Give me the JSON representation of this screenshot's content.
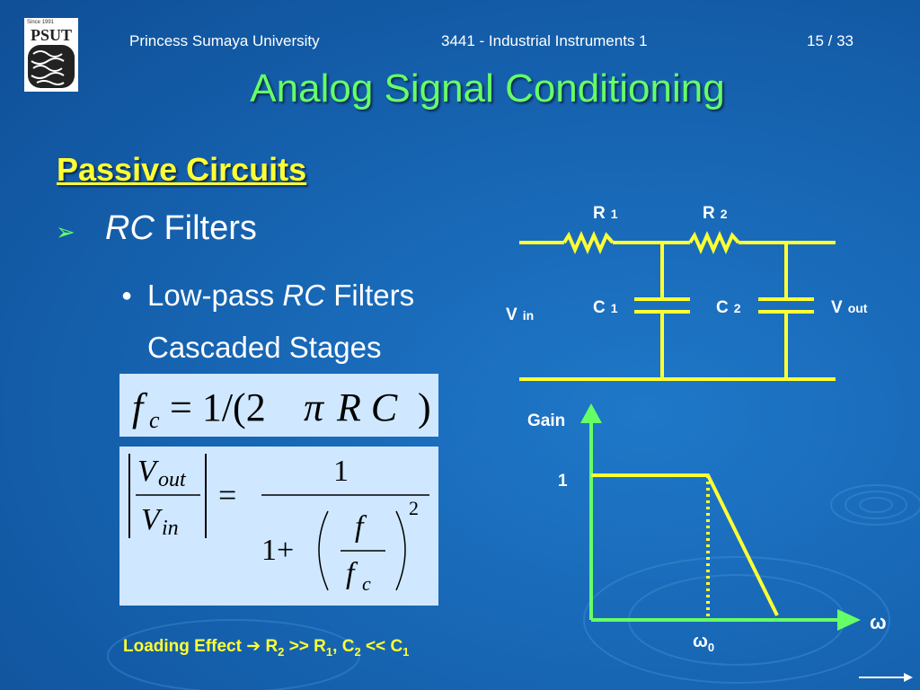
{
  "header": {
    "university": "Princess Sumaya University",
    "course": "3441 - Industrial Instruments 1",
    "page": "15 / 33",
    "logo_text": "PSUT",
    "logo_since": "Since 1991"
  },
  "title": "Analog Signal Conditioning",
  "section_heading": "Passive Circuits",
  "bullet_level1": {
    "italic": "RC",
    "rest": " Filters"
  },
  "bullet_level2": {
    "line1_pre": "Low-pass ",
    "line1_italic": "RC",
    "line1_post": " Filters",
    "line2": "Cascaded Stages"
  },
  "circuit": {
    "r1": "R",
    "r1_sub": "1",
    "r2": "R",
    "r2_sub": "2",
    "c1": "C",
    "c1_sub": "1",
    "c2": "C",
    "c2_sub": "2",
    "vin": "V",
    "vin_sub": "in",
    "vout": "V",
    "vout_sub": "out"
  },
  "graph": {
    "y_label": "Gain",
    "gain_tick": "1",
    "x_label": "ω",
    "cutoff_label": "ω",
    "cutoff_sub": "0"
  },
  "loading_effect": {
    "label": "Loading Effect",
    "r2": "R",
    "r2_sub": "2",
    "op1": ">>",
    "r1": "R",
    "r1_sub": "1",
    "sep": ",",
    "c2": "C",
    "c2_sub": "2",
    "op2": "<<",
    "c1": "C",
    "c1_sub": "1"
  },
  "colors": {
    "background": "#1766b4",
    "title": "#66ff66",
    "heading": "#ffff33",
    "circuit": "#ffff33",
    "graph_axes": "#66ff66"
  }
}
